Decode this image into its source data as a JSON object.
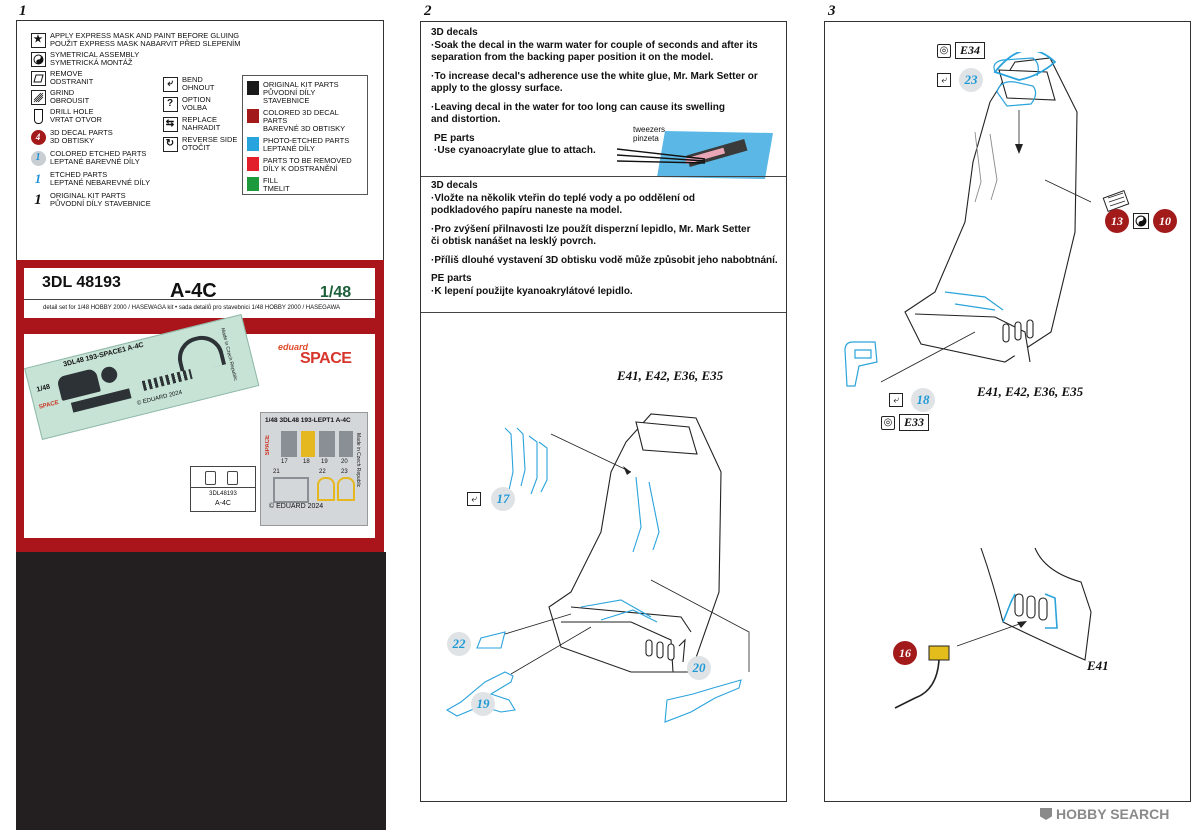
{
  "page_numbers": [
    "1",
    "2",
    "3"
  ],
  "legend": {
    "col1": [
      {
        "icon": "express-mask-icon",
        "line1": "APPLY EXPRESS MASK AND PAINT BEFORE GLUING",
        "line2": "POUŽIT EXPRESS MASK NABARVIT PŘED SLEPENÍM"
      },
      {
        "icon": "symmetrical-assembly-icon",
        "line1": "SYMETRICAL ASSEMBLY",
        "line2": "SYMETRICKÁ MONTÁŽ"
      },
      {
        "icon": "remove-icon",
        "line1": "REMOVE",
        "line2": "ODSTRANIT"
      },
      {
        "icon": "grind-icon",
        "line1": "GRIND",
        "line2": "OBROUSIT"
      },
      {
        "icon": "drill-hole-icon",
        "line1": "DRILL HOLE",
        "line2": "VRTAT OTVOR"
      },
      {
        "icon": "3d-decal-parts-icon",
        "symbol": "4",
        "line1": "3D DECAL PARTS",
        "line2": "3D OBTISKY"
      },
      {
        "icon": "colored-etched-parts-icon",
        "symbol": "1",
        "line1": "COLORED ETCHED PARTS",
        "line2": "LEPTANÉ BAREVNÉ DÍLY"
      },
      {
        "icon": "etched-parts-icon",
        "symbol": "1",
        "line1": "ETCHED PARTS",
        "line2": "LEPTANÉ NEBAREVNÉ DÍLY"
      },
      {
        "icon": "original-kit-parts-icon",
        "symbol": "1",
        "line1": "ORIGINAL KIT PARTS",
        "line2": "PŮVODNÍ DÍLY STAVEBNICE"
      }
    ],
    "col2": [
      {
        "icon": "bend-icon",
        "symbol": "⤶",
        "line1": "BEND",
        "line2": "OHNOUT"
      },
      {
        "icon": "option-icon",
        "symbol": "?",
        "line1": "OPTION",
        "line2": "VOLBA"
      },
      {
        "icon": "replace-icon",
        "symbol": "⇆",
        "line1": "REPLACE",
        "line2": "NAHRADIT"
      },
      {
        "icon": "reverse-side-icon",
        "symbol": "↻",
        "line1": "REVERSE SIDE",
        "line2": "OTOČIT"
      }
    ],
    "col3": [
      {
        "color": "#1a1a1a",
        "line1": "ORIGINAL KIT PARTS",
        "line2": "PŮVODNÍ DÍLY STAVEBNICE"
      },
      {
        "color": "#a31a1a",
        "line1": "COLORED 3D DECAL PARTS",
        "line2": "BAREVNÉ 3D OBTISKY"
      },
      {
        "color": "#27a4dd",
        "line1": "PHOTO-ETCHED PARTS",
        "line2": "LEPTANÉ DÍLY"
      },
      {
        "color": "#e2202c",
        "line1": "PARTS TO BE REMOVED",
        "line2": "DÍLY K ODSTRANĚNÍ"
      },
      {
        "color": "#1c9a3c",
        "line1": "FILL",
        "line2": "TMELIT"
      }
    ]
  },
  "product": {
    "code": "3DL 48193",
    "name": "A-4C",
    "scale": "1/48",
    "subtitle": "detail set for 1/48 HOBBY 2000 / HASEWAGA  kit • sada detailů pro stavebnici 1/48 HOBBY 2000 / HASEGAWA",
    "brand_small": "eduard",
    "brand_big": "SPACE",
    "decal_sheet": {
      "code_text": "3DL48 193-SPACE1  A-4C",
      "scale_text": "1/48",
      "made_in": "Made in Czech Republic",
      "copyright": "© EDUARD 2024"
    },
    "pe_fret": {
      "title": "1/48 3DL48 193-LEPT1 A-4C",
      "brand": "SPACE",
      "numbers_top": [
        "17",
        "18",
        "19",
        "20"
      ],
      "numbers_bottom": [
        "21",
        "22",
        "23"
      ],
      "copyright": "© EDUARD 2024",
      "made_in": "Made in Czech Republic"
    },
    "label_box": {
      "code": "3DL48193",
      "name": "A-4C"
    }
  },
  "step2": {
    "en_title": "3D decals",
    "en_p1": "·Soak the decal in the warm water for couple of seconds and after its separation from the backing paper position it on the model.",
    "en_p2": "·To increase decal's adherence use the white glue, Mr. Mark Setter or apply to the glossy surface.",
    "en_p3": "·Leaving decal in the water for too long can cause its swelling and distortion.",
    "pe_title": "PE parts",
    "pe_text": "·Use cyanoacrylate glue to attach.",
    "tweezers_en": "tweezers",
    "tweezers_cz": "pinzeta",
    "cz_title": "3D decals",
    "cz_p1": "·Vložte na několik vteřin do teplé vody a po oddělení od podkladového papíru naneste na model.",
    "cz_p2": "·Pro zvýšení přilnavosti lze použít disperzní lepidlo, Mr. Mark Setter či obtisk nanášet na lesklý povrch.",
    "cz_p3": "·Příliš dlouhé vystavení 3D obtisku vodě může způsobit jeho nabobtnání.",
    "cz_pe_title": "PE parts",
    "cz_pe_text": "·K lepení použijte kyanoakrylátové lepidlo.",
    "parts_label": "E41, E42, E36, E35",
    "part_17": "17",
    "part_19": "19",
    "part_20": "20",
    "part_22": "22"
  },
  "step3": {
    "e34": "E34",
    "e33": "E33",
    "part_23": "23",
    "part_18": "18",
    "part_13": "13",
    "part_10": "10",
    "part_16": "16",
    "parts_label": "E41, E42, E36, E35",
    "e41": "E41"
  },
  "watermark": {
    "text": "HOBBY SEARCH"
  }
}
